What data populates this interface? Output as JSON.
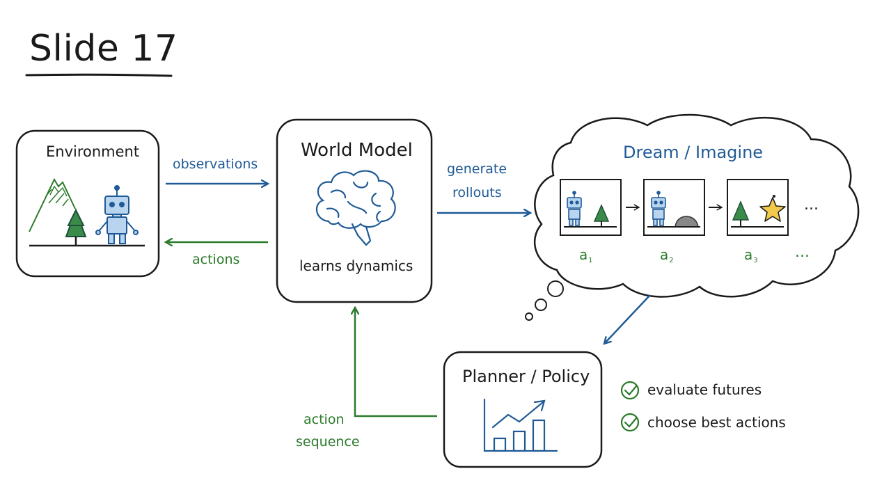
{
  "slide": {
    "title": "Slide 17"
  },
  "environment": {
    "title": "Environment"
  },
  "world_model": {
    "title": "World Model",
    "caption": "learns dynamics"
  },
  "dream": {
    "title": "Dream / Imagine",
    "actions": [
      {
        "base": "a",
        "sub": "1"
      },
      {
        "base": "a",
        "sub": "2"
      },
      {
        "base": "a",
        "sub": "3"
      }
    ],
    "more": "...",
    "more_actions": "..."
  },
  "arrows": {
    "observations": "observations",
    "actions": "actions",
    "generate_line1": "generate",
    "generate_line2": "rollouts",
    "action_sequence_line1": "action",
    "action_sequence_line2": "sequence"
  },
  "planner": {
    "title": "Planner / Policy"
  },
  "checklist": [
    "evaluate futures",
    "choose best actions"
  ],
  "colors": {
    "blue": "#1f5a96",
    "green": "#2a7a2a",
    "ink": "#1a1a1a"
  }
}
